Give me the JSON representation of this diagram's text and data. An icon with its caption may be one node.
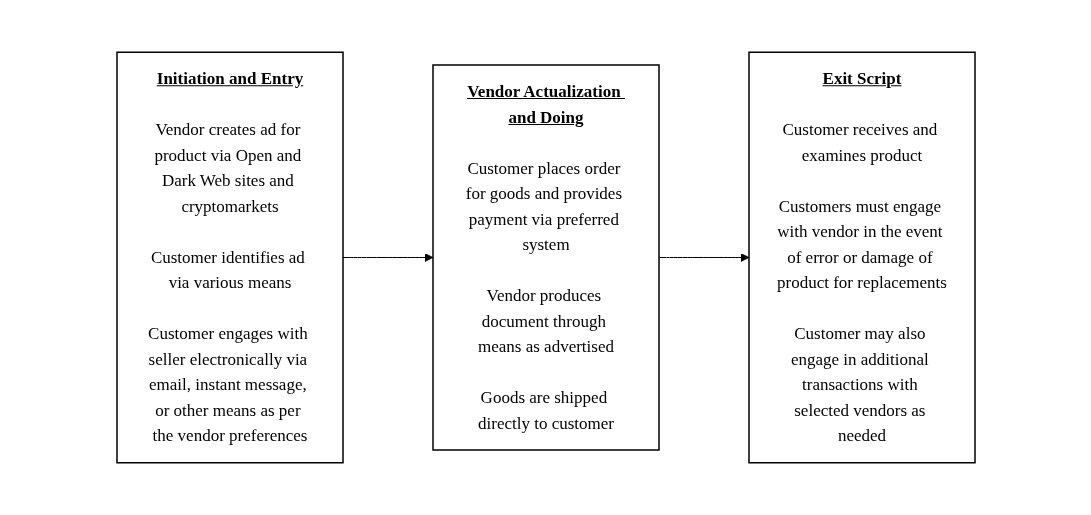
{
  "diagram": {
    "nodes": [
      {
        "text": [
          "Initiation and Entry",
          "Vendor creates ad for product via Open and Dark Web sites and cryptomarkets",
          "Customer identifies ad via various means",
          "Customer engages with seller electronically via email, instant message, or other means as per the vendor preferences"
        ]
      },
      {
        "text": [
          "Vendor Actualization and Doing",
          "Customer places order for goods and provides payment via preferred system",
          "Vendor produces document through means as advertised",
          "Goods are shipped directly to customer"
        ]
      },
      {
        "text": [
          "Exit Script",
          "Customer receives and examines product",
          "Customers must engage with vendor in the event of error or damage of product for replacements",
          "Customer may also engage in additional transactions with selected vendors as needed"
        ]
      }
    ],
    "edges": [
      {
        "from": 0,
        "to": 1,
        "arrow": "to"
      },
      {
        "from": 1,
        "to": 2,
        "arrow": "to"
      }
    ]
  }
}
